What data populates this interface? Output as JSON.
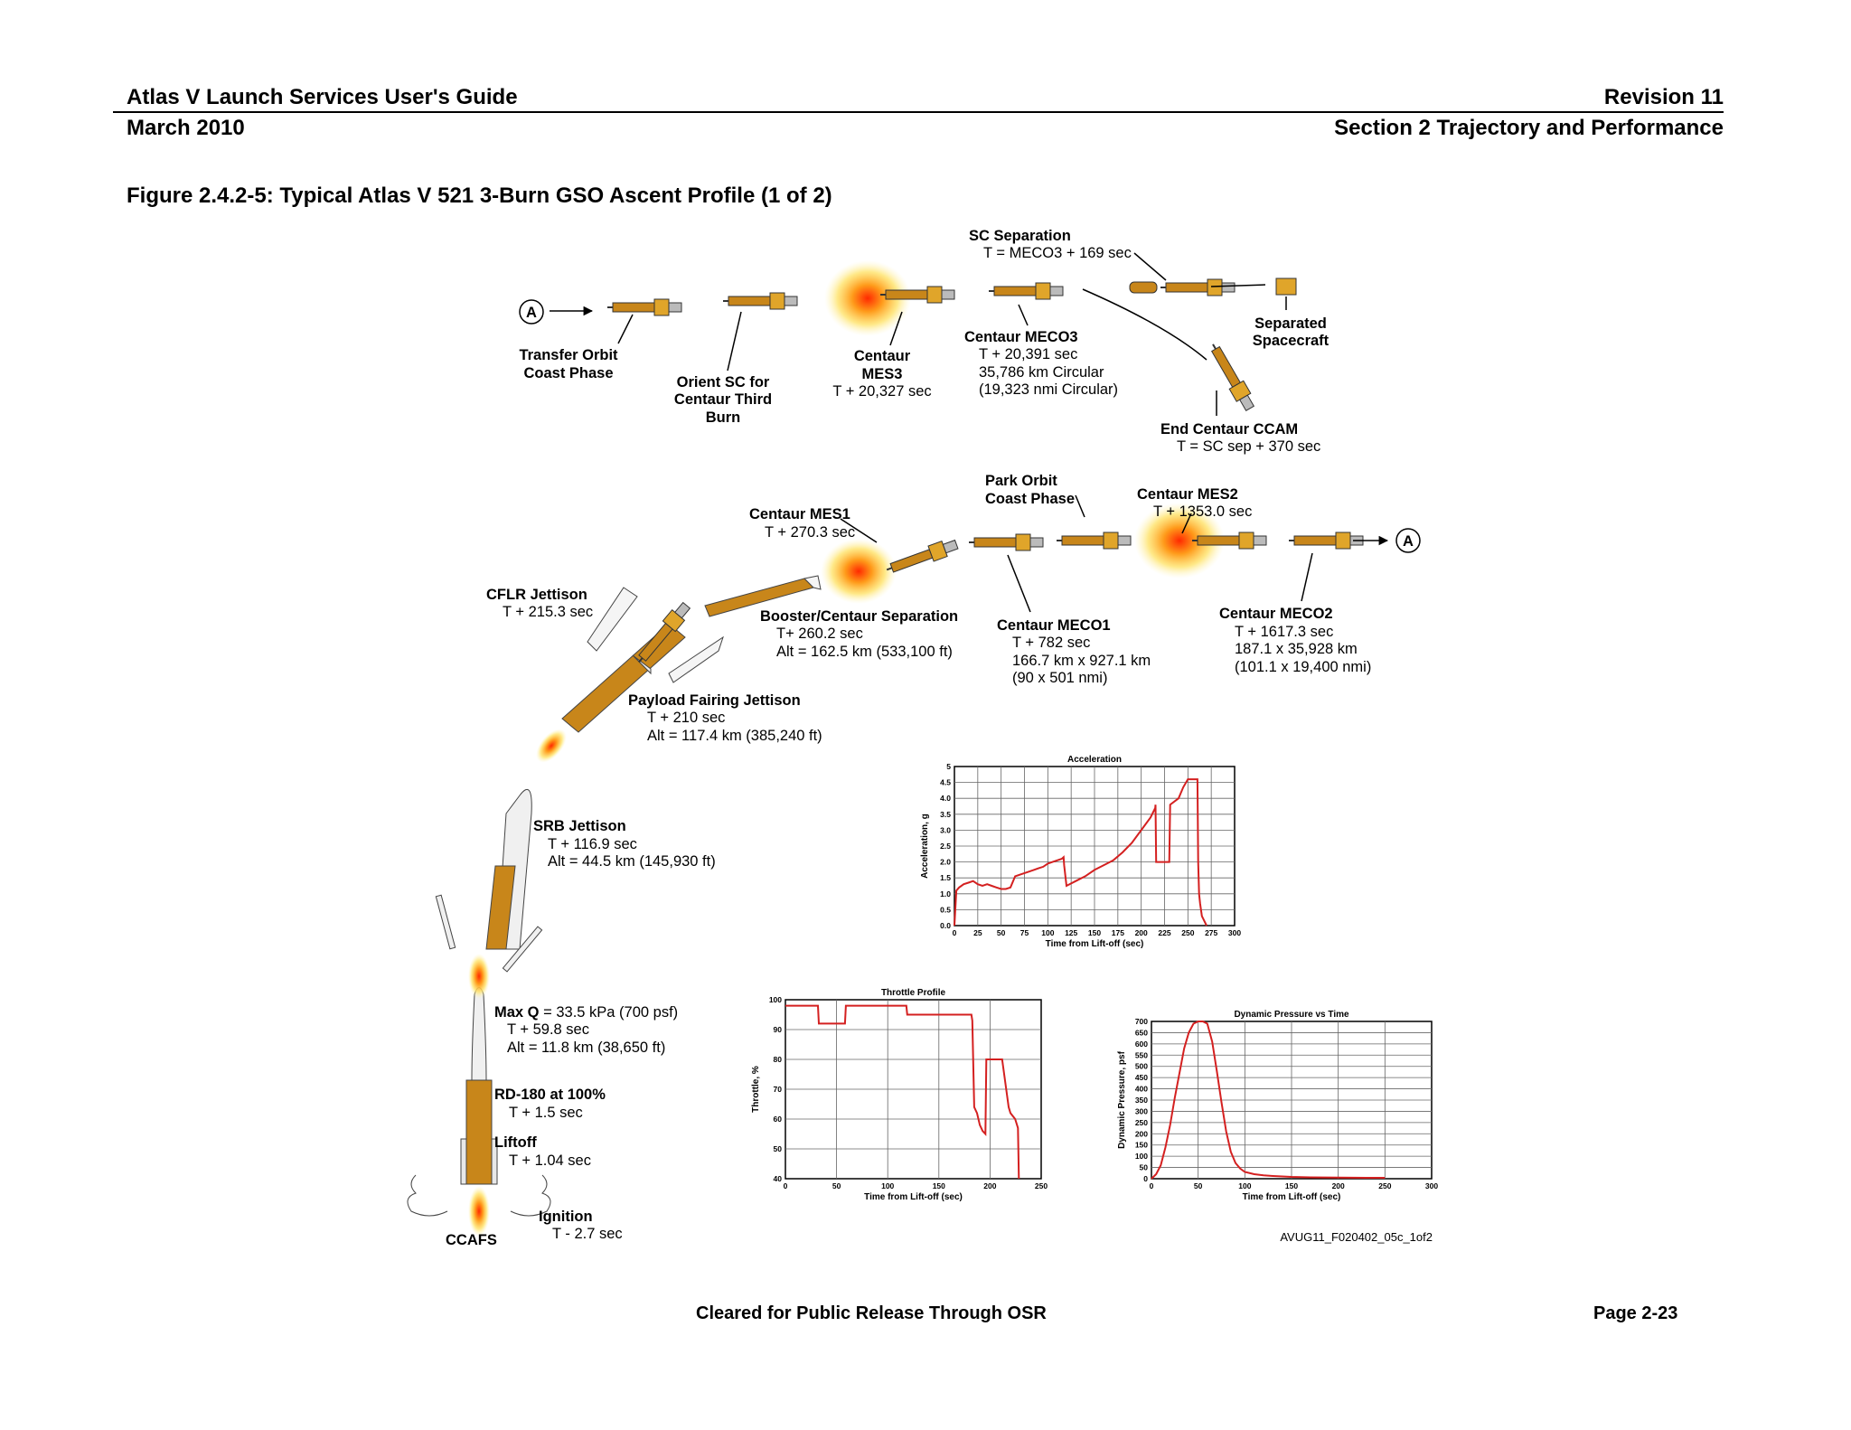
{
  "header": {
    "doc_title": "Atlas V Launch Services User's Guide",
    "revision": "Revision 11",
    "date": "March 2010",
    "section": "Section 2 Trajectory and Performance"
  },
  "figure": {
    "title": "Figure 2.4.2-5: Typical Atlas V 521 3-Burn GSO Ascent Profile (1 of 2)",
    "ref_code": "AVUG11_F020402_05c_1of2",
    "connector": "A"
  },
  "events": {
    "sc_sep": {
      "title": "SC  Separation",
      "line1": "T = MECO3 + 169 sec"
    },
    "transfer": {
      "line1": "Transfer Orbit",
      "line2": "Coast Phase"
    },
    "orient": {
      "line1": "Orient SC for",
      "line2": "Centaur Third",
      "line3": "Burn"
    },
    "mes3": {
      "line1": "Centaur",
      "line2": "MES3",
      "line3": "T + 20,327 sec"
    },
    "meco3": {
      "title": "Centaur MECO3",
      "line1": "T + 20,391 sec",
      "line2": "35,786 km Circular",
      "line3": "(19,323  nmi Circular)"
    },
    "separated": {
      "line1": "Separated",
      "line2": "Spacecraft"
    },
    "ccam": {
      "title": "End Centaur CCAM",
      "line1": "T = SC sep + 370 sec"
    },
    "park": {
      "line1": "Park Orbit",
      "line2": "Coast Phase"
    },
    "mes2": {
      "title": "Centaur MES2",
      "line1": "T + 1353.0 sec"
    },
    "mes1": {
      "title": "Centaur MES1",
      "line1": "T + 270.3 sec"
    },
    "cflr": {
      "title": "CFLR Jettison",
      "line1": "T + 215.3 sec"
    },
    "booster": {
      "title": "Booster/Centaur Separation",
      "line1": "T+ 260.2 sec",
      "line2": "Alt = 162.5 km (533,100 ft)"
    },
    "meco1": {
      "title": "Centaur MECO1",
      "line1": "T + 782 sec",
      "line2": "166.7 km x 927.1 km",
      "line3": "(90 x 501 nmi)"
    },
    "meco2": {
      "title": "Centaur MECO2",
      "line1": "T + 1617.3 sec",
      "line2": "187.1 x 35,928 km",
      "line3": "(101.1 x 19,400  nmi)"
    },
    "plf": {
      "title": "Payload Fairing Jettison",
      "line1": "T + 210 sec",
      "line2": "Alt = 117.4 km (385,240 ft)"
    },
    "srb": {
      "title": "SRB Jettison",
      "line1": "T + 116.9 sec",
      "line2": "Alt = 44.5 km (145,930 ft)"
    },
    "maxq": {
      "title": "Max Q",
      "line0": " = 33.5 kPa (700 psf)",
      "line1": "T + 59.8 sec",
      "line2": "Alt = 11.8 km (38,650 ft)"
    },
    "rd180": {
      "title": "RD-180 at 100%",
      "line1": "T + 1.5 sec"
    },
    "liftoff": {
      "title": "Liftoff",
      "line1": "T + 1.04 sec"
    },
    "ignition": {
      "title": "Ignition",
      "line1": "T - 2.7 sec"
    },
    "site": {
      "title": "CCAFS"
    }
  },
  "colors": {
    "curve": "#d42020",
    "rocket_body": "#c8861a",
    "flame": "#ffd64a"
  },
  "chart_data": [
    {
      "type": "line",
      "title": "Acceleration",
      "xlabel": "Time from Lift-off (sec)",
      "ylabel": "Acceleration, g",
      "xlim": [
        0,
        300
      ],
      "ylim": [
        0,
        5
      ],
      "xticks": [
        "0",
        "25",
        "50",
        "75",
        "100",
        "125",
        "150",
        "175",
        "200",
        "225",
        "250",
        "275",
        "300"
      ],
      "yticks": [
        "0.0",
        "0.5",
        "1.0",
        "1.5",
        "2.0",
        "2.5",
        "3.0",
        "3.5",
        "4.0",
        "4.5",
        "5"
      ],
      "grid": true,
      "series": [
        {
          "x": [
            0,
            2,
            5,
            10,
            15,
            20,
            25,
            30,
            35,
            40,
            45,
            50,
            55,
            60,
            65,
            70,
            75,
            80,
            85,
            90,
            95,
            100,
            105,
            110,
            115,
            116.9,
            117.5,
            120,
            130,
            140,
            150,
            160,
            170,
            180,
            190,
            200,
            210,
            215,
            215.3,
            216,
            230,
            231,
            240,
            245,
            250,
            260,
            260.2,
            261,
            262,
            263,
            265,
            270
          ],
          "y": [
            0,
            1.1,
            1.2,
            1.3,
            1.35,
            1.4,
            1.3,
            1.25,
            1.3,
            1.25,
            1.2,
            1.15,
            1.15,
            1.2,
            1.55,
            1.6,
            1.65,
            1.7,
            1.75,
            1.8,
            1.85,
            1.95,
            2.0,
            2.05,
            2.1,
            2.15,
            1.9,
            1.25,
            1.4,
            1.55,
            1.75,
            1.9,
            2.05,
            2.3,
            2.6,
            3.0,
            3.4,
            3.7,
            3.8,
            2.0,
            2.0,
            3.8,
            4.0,
            4.35,
            4.6,
            4.6,
            4.6,
            2.0,
            1.0,
            0.7,
            0.3,
            0
          ]
        }
      ]
    },
    {
      "type": "line",
      "title": "Throttle Profile",
      "xlabel": "Time from Lift-off (sec)",
      "ylabel": "Throttle, %",
      "xlim": [
        0,
        275
      ],
      "ylim": [
        40,
        100
      ],
      "xticks": [
        "0",
        "50",
        "100",
        "150",
        "200",
        "250"
      ],
      "yticks": [
        "40",
        "50",
        "60",
        "70",
        "80",
        "90",
        "100"
      ],
      "grid": true,
      "series": [
        {
          "x": [
            0,
            35,
            36,
            64,
            65,
            130,
            131,
            200,
            201,
            203,
            206,
            209,
            212,
            215,
            216,
            225,
            226,
            232,
            233,
            240,
            242,
            247,
            250,
            251
          ],
          "y": [
            98,
            98,
            92,
            92,
            98,
            98,
            95,
            95,
            93,
            64,
            62,
            58,
            56,
            55,
            80,
            80,
            80,
            80,
            80,
            64,
            62,
            60,
            57,
            40
          ]
        }
      ]
    },
    {
      "type": "line",
      "title": "Dynamic Pressure vs Time",
      "xlabel": "Time from Lift-off (sec)",
      "ylabel": "Dynamic Pressure, psf",
      "xlim": [
        0,
        300
      ],
      "ylim": [
        0,
        700
      ],
      "xticks": [
        "0",
        "50",
        "100",
        "150",
        "200",
        "250",
        "300"
      ],
      "yticks": [
        "0",
        "50",
        "100",
        "150",
        "200",
        "250",
        "300",
        "350",
        "400",
        "450",
        "500",
        "550",
        "600",
        "650",
        "700"
      ],
      "grid": true,
      "series": [
        {
          "x": [
            0,
            5,
            10,
            15,
            20,
            25,
            30,
            35,
            40,
            45,
            50,
            55,
            59.8,
            65,
            70,
            75,
            80,
            85,
            90,
            95,
            100,
            110,
            120,
            130,
            140,
            150,
            170,
            200,
            230,
            250
          ],
          "y": [
            0,
            20,
            60,
            140,
            240,
            360,
            470,
            580,
            650,
            690,
            700,
            700,
            690,
            610,
            480,
            340,
            210,
            120,
            70,
            45,
            30,
            20,
            15,
            12,
            10,
            8,
            6,
            5,
            4,
            4
          ]
        }
      ]
    }
  ]
}
